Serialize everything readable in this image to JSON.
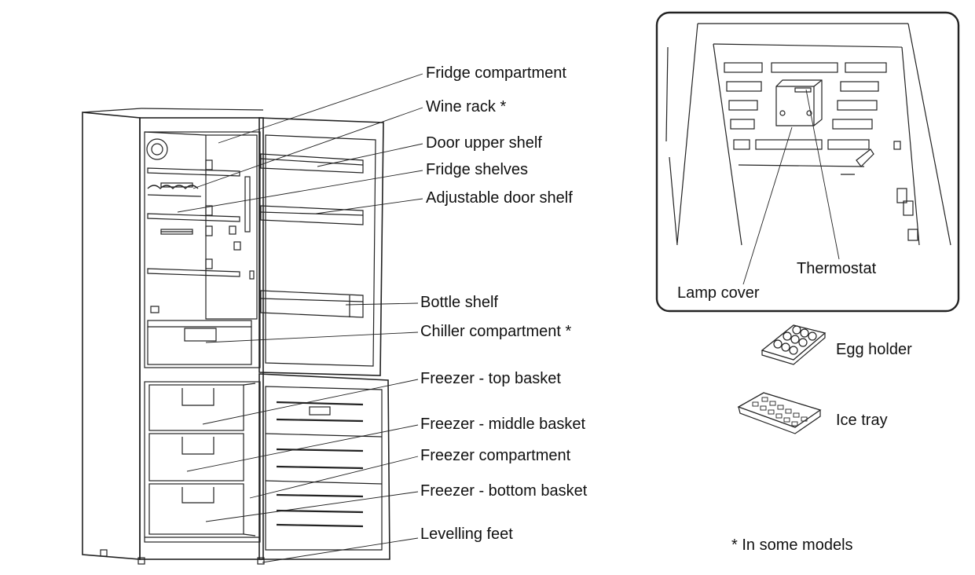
{
  "main_labels": {
    "fridge_compartment": "Fridge compartment",
    "wine_rack": "Wine rack *",
    "door_upper_shelf": "Door upper shelf",
    "fridge_shelves": "Fridge shelves",
    "adjustable_door_shelf": "Adjustable door shelf",
    "bottle_shelf": "Bottle shelf",
    "chiller_compartment": "Chiller compartment *",
    "freezer_top_basket": "Freezer - top basket",
    "freezer_middle_basket": "Freezer - middle basket",
    "freezer_compartment": "Freezer compartment",
    "freezer_bottom_basket": "Freezer - bottom basket",
    "levelling_feet": "Levelling feet"
  },
  "inset_labels": {
    "thermostat": "Thermostat",
    "lamp_cover": "Lamp cover"
  },
  "accessories": {
    "egg_holder": "Egg holder",
    "ice_tray": "Ice tray"
  },
  "footnote": "* In some models",
  "colors": {
    "line": "#222222",
    "text": "#111111",
    "background": "#ffffff"
  }
}
